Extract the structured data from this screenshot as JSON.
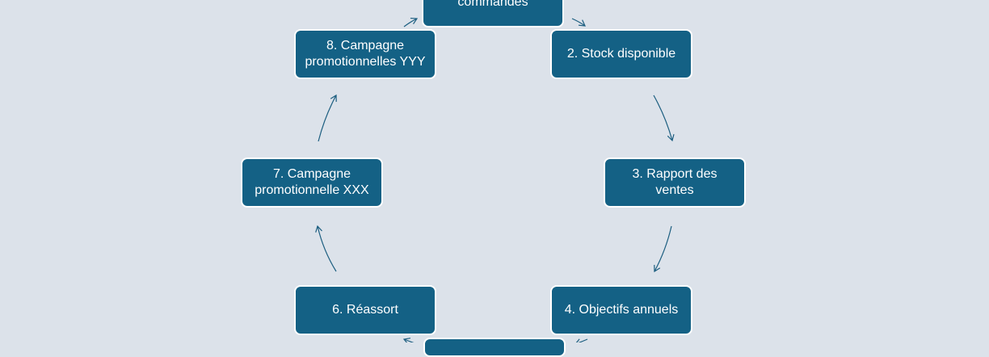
{
  "colors": {
    "background": "#DCE2EA",
    "node_fill": "#146185",
    "node_border": "#FFFFFF",
    "node_text": "#FFFFFF",
    "arrow": "#1C5E80"
  },
  "nodes": [
    {
      "id": "node-1",
      "label": "commandes"
    },
    {
      "id": "node-2",
      "label": "2. Stock disponible"
    },
    {
      "id": "node-3",
      "label": "3. Rapport des\nventes"
    },
    {
      "id": "node-4",
      "label": "4. Objectifs annuels"
    },
    {
      "id": "node-5",
      "label": ""
    },
    {
      "id": "node-6",
      "label": "6. Réassort"
    },
    {
      "id": "node-7",
      "label": "7. Campagne\npromotionnelle XXX"
    },
    {
      "id": "node-8",
      "label": "8. Campagne\npromotionnelles YYY"
    }
  ]
}
